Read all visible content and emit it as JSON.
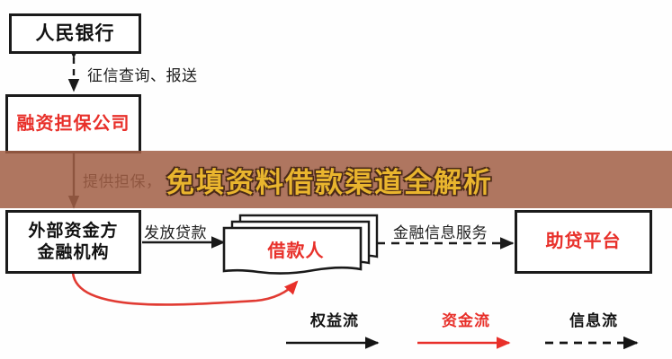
{
  "diagram": {
    "nodes": {
      "pboc": {
        "label": "人民银行"
      },
      "guarantor": {
        "label": "融资担保公司"
      },
      "funder": {
        "label": "外部资金方\n金融机构"
      },
      "borrower": {
        "label": "借款人"
      },
      "platform": {
        "label": "助贷平台"
      }
    },
    "edge_labels": {
      "credit_inquiry": "征信查询、报送",
      "provide_guarantee": "提供担保，",
      "issue_loan": "发放贷款",
      "financial_info_service": "金融信息服务"
    },
    "legend": [
      {
        "label": "权益流",
        "style": "solid",
        "color": "#141414"
      },
      {
        "label": "资金流",
        "style": "solid",
        "color": "#e8302a"
      },
      {
        "label": "信息流",
        "style": "dashed",
        "color": "#141414"
      }
    ]
  },
  "overlay": {
    "title": "免填资料借款渠道全解析",
    "banner_color": "#a26046",
    "title_color": "#e9b52e"
  },
  "colors": {
    "box_border": "#1a1a1a",
    "accent_red": "#e8302a",
    "text_dark": "#111111",
    "background": "#fefefe"
  }
}
